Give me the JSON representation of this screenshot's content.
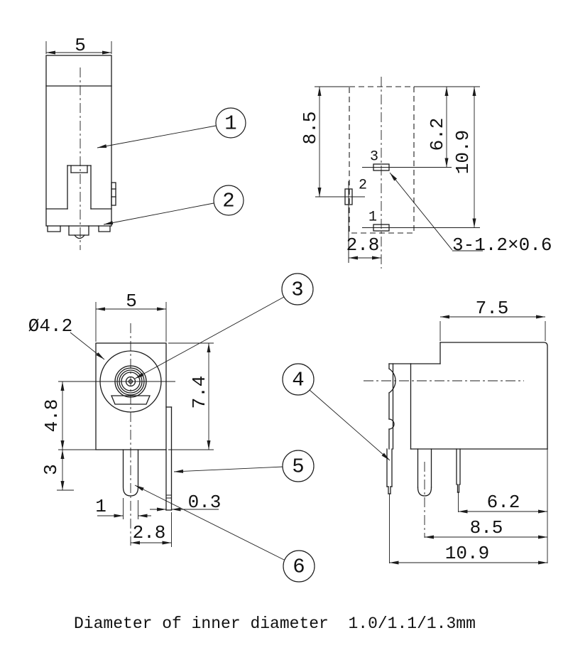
{
  "colors": {
    "ink": "#1c1c1c",
    "background": "#ffffff"
  },
  "caption": "Diameter of inner diameter  1.0/1.1/1.3mm",
  "callouts": {
    "c1": "1",
    "c2": "2",
    "c3": "3",
    "c4": "4",
    "c5": "5",
    "c6": "6"
  },
  "top_left_view": {
    "width": "5"
  },
  "top_right_view": {
    "height": "8.5",
    "pin3_height": "6.2",
    "total_height": "10.9",
    "pin2_offset": "2.8",
    "slot_note": "3-1.2×0.6",
    "pins": {
      "p1": "1",
      "p2": "2",
      "p3": "3"
    }
  },
  "bottom_left_view": {
    "width": "5",
    "barrel_diameter": "Ø4.2",
    "height": "7.4",
    "center_height": "4.8",
    "pin_length": "3",
    "pin_width": "1",
    "tab_thickness": "0.3",
    "tab_offset": "2.8"
  },
  "bottom_right_view": {
    "depth": "7.5",
    "pin_span_small": "6.2",
    "pin_span_mid": "8.5",
    "pin_span_total": "10.9"
  }
}
